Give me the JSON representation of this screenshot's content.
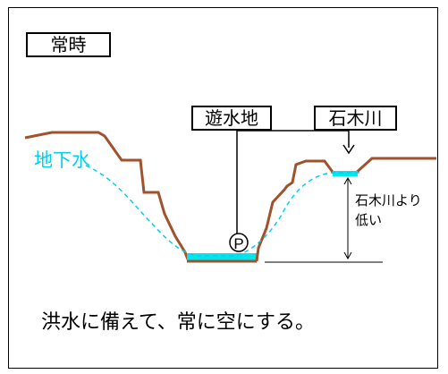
{
  "heading": "常時",
  "labels": {
    "pond": "遊水地",
    "river": "石木川",
    "groundwater": "地下水",
    "pump": "P",
    "lower_note": "石木川より低い"
  },
  "caption": "洪水に備えて、常に空にする。",
  "colors": {
    "ground": "#a0522d",
    "water": "#00e5ee",
    "groundwater": "#00d0f0",
    "line": "#000000"
  }
}
